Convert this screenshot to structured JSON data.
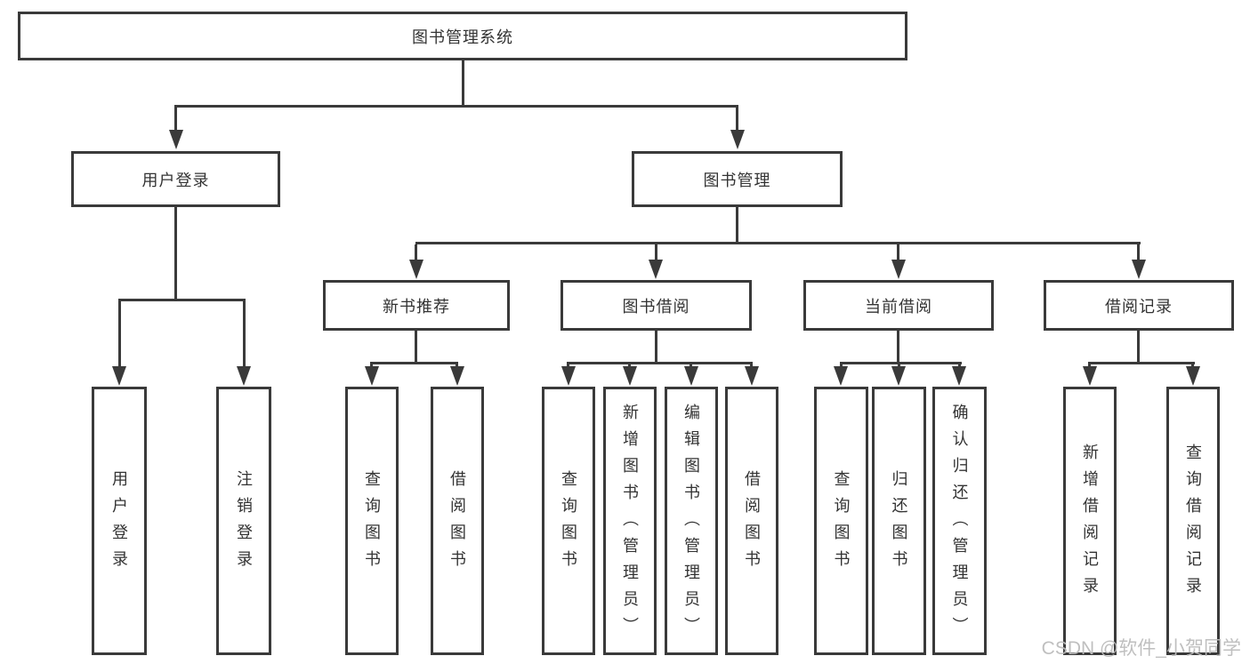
{
  "nodes": {
    "root": "图书管理系统",
    "user_login": "用户登录",
    "book_mgmt": "图书管理",
    "new_book_rec": "新书推荐",
    "book_borrow": "图书借阅",
    "current_borrow": "当前借阅",
    "borrow_records": "借阅记录",
    "leaf_user_login": "用户登录",
    "leaf_logout": "注销登录",
    "leaf_rec_query_book": "查询图书",
    "leaf_rec_borrow_book": "借阅图书",
    "leaf_bb_query_book": "查询图书",
    "leaf_bb_add_book": "新增图书（管理员）",
    "leaf_bb_edit_book": "编辑图书（管理员）",
    "leaf_bb_borrow_book": "借阅图书",
    "leaf_cb_query_book": "查询图书",
    "leaf_cb_return_book": "归还图书",
    "leaf_cb_confirm_return": "确认归还（管理员）",
    "leaf_br_add_record": "新增借阅记录",
    "leaf_br_query_record": "查询借阅记录"
  },
  "watermark": "CSDN @软件_小贺同学",
  "colors": {
    "line": "#3a3a3a",
    "text": "#333333",
    "background": "#ffffff",
    "watermark": "#bcbcbc"
  }
}
